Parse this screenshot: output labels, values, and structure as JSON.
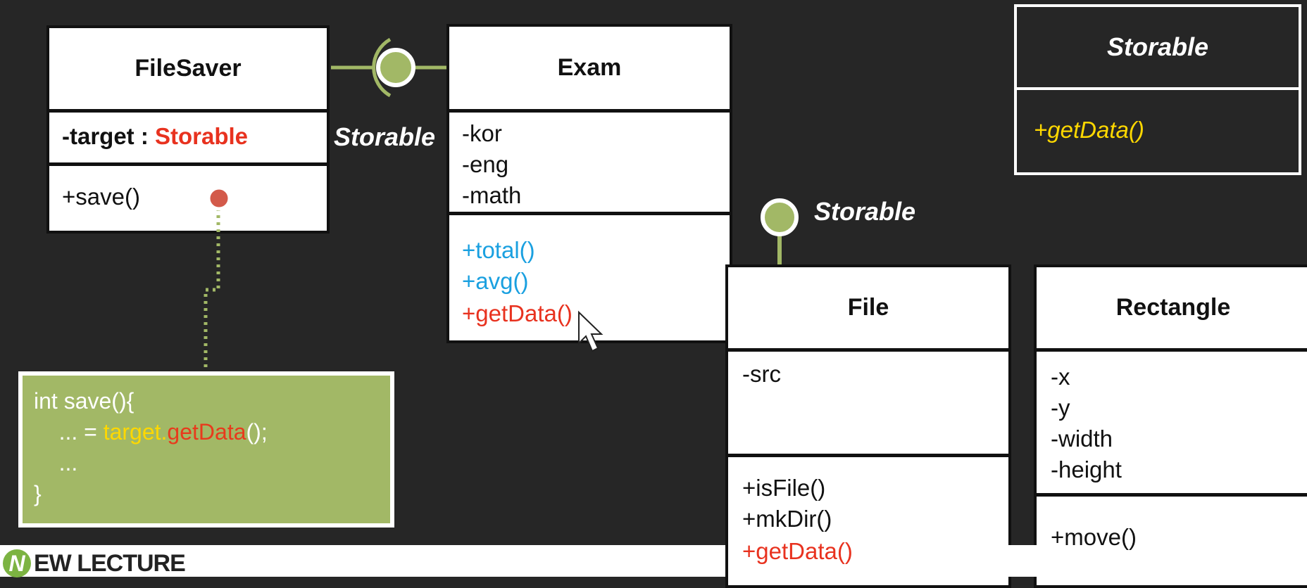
{
  "colors": {
    "background": "#262626",
    "interface_green": "#a2b866",
    "method_blue": "#1aa0e0",
    "method_red": "#e8321f",
    "interface_yellow": "#ffd800",
    "dot_red": "#d35a4a"
  },
  "filesaver": {
    "title": "FileSaver",
    "attr_prefix": "-target : ",
    "attr_type": "Storable",
    "method": "+save()"
  },
  "exam": {
    "title": "Exam",
    "attributes": [
      "-kor",
      "-eng",
      "-math"
    ],
    "methods": [
      "+total()",
      "+avg()"
    ],
    "special_method": "+getData()"
  },
  "storable_interface": {
    "title": "Storable",
    "method": "+getData()"
  },
  "file": {
    "title": "File",
    "attributes": [
      "-src"
    ],
    "methods": [
      "+isFile()",
      "+mkDir()"
    ],
    "special_method": "+getData()"
  },
  "rectangle": {
    "title": "Rectangle",
    "attributes": [
      "-x",
      "-y",
      "-width",
      "-height"
    ],
    "methods": [
      "+move()"
    ]
  },
  "labels": {
    "lollipop_exam": "Storable",
    "lollipop_file": "Storable"
  },
  "code": {
    "line1": "int save(){",
    "line2_prefix": "    ... = ",
    "line2_target": "target",
    "line2_dot": ".",
    "line2_method": "getData",
    "line2_suffix": "();",
    "line3": "    ...",
    "line4": "}"
  },
  "logo": {
    "text": "EW LECTURE"
  }
}
